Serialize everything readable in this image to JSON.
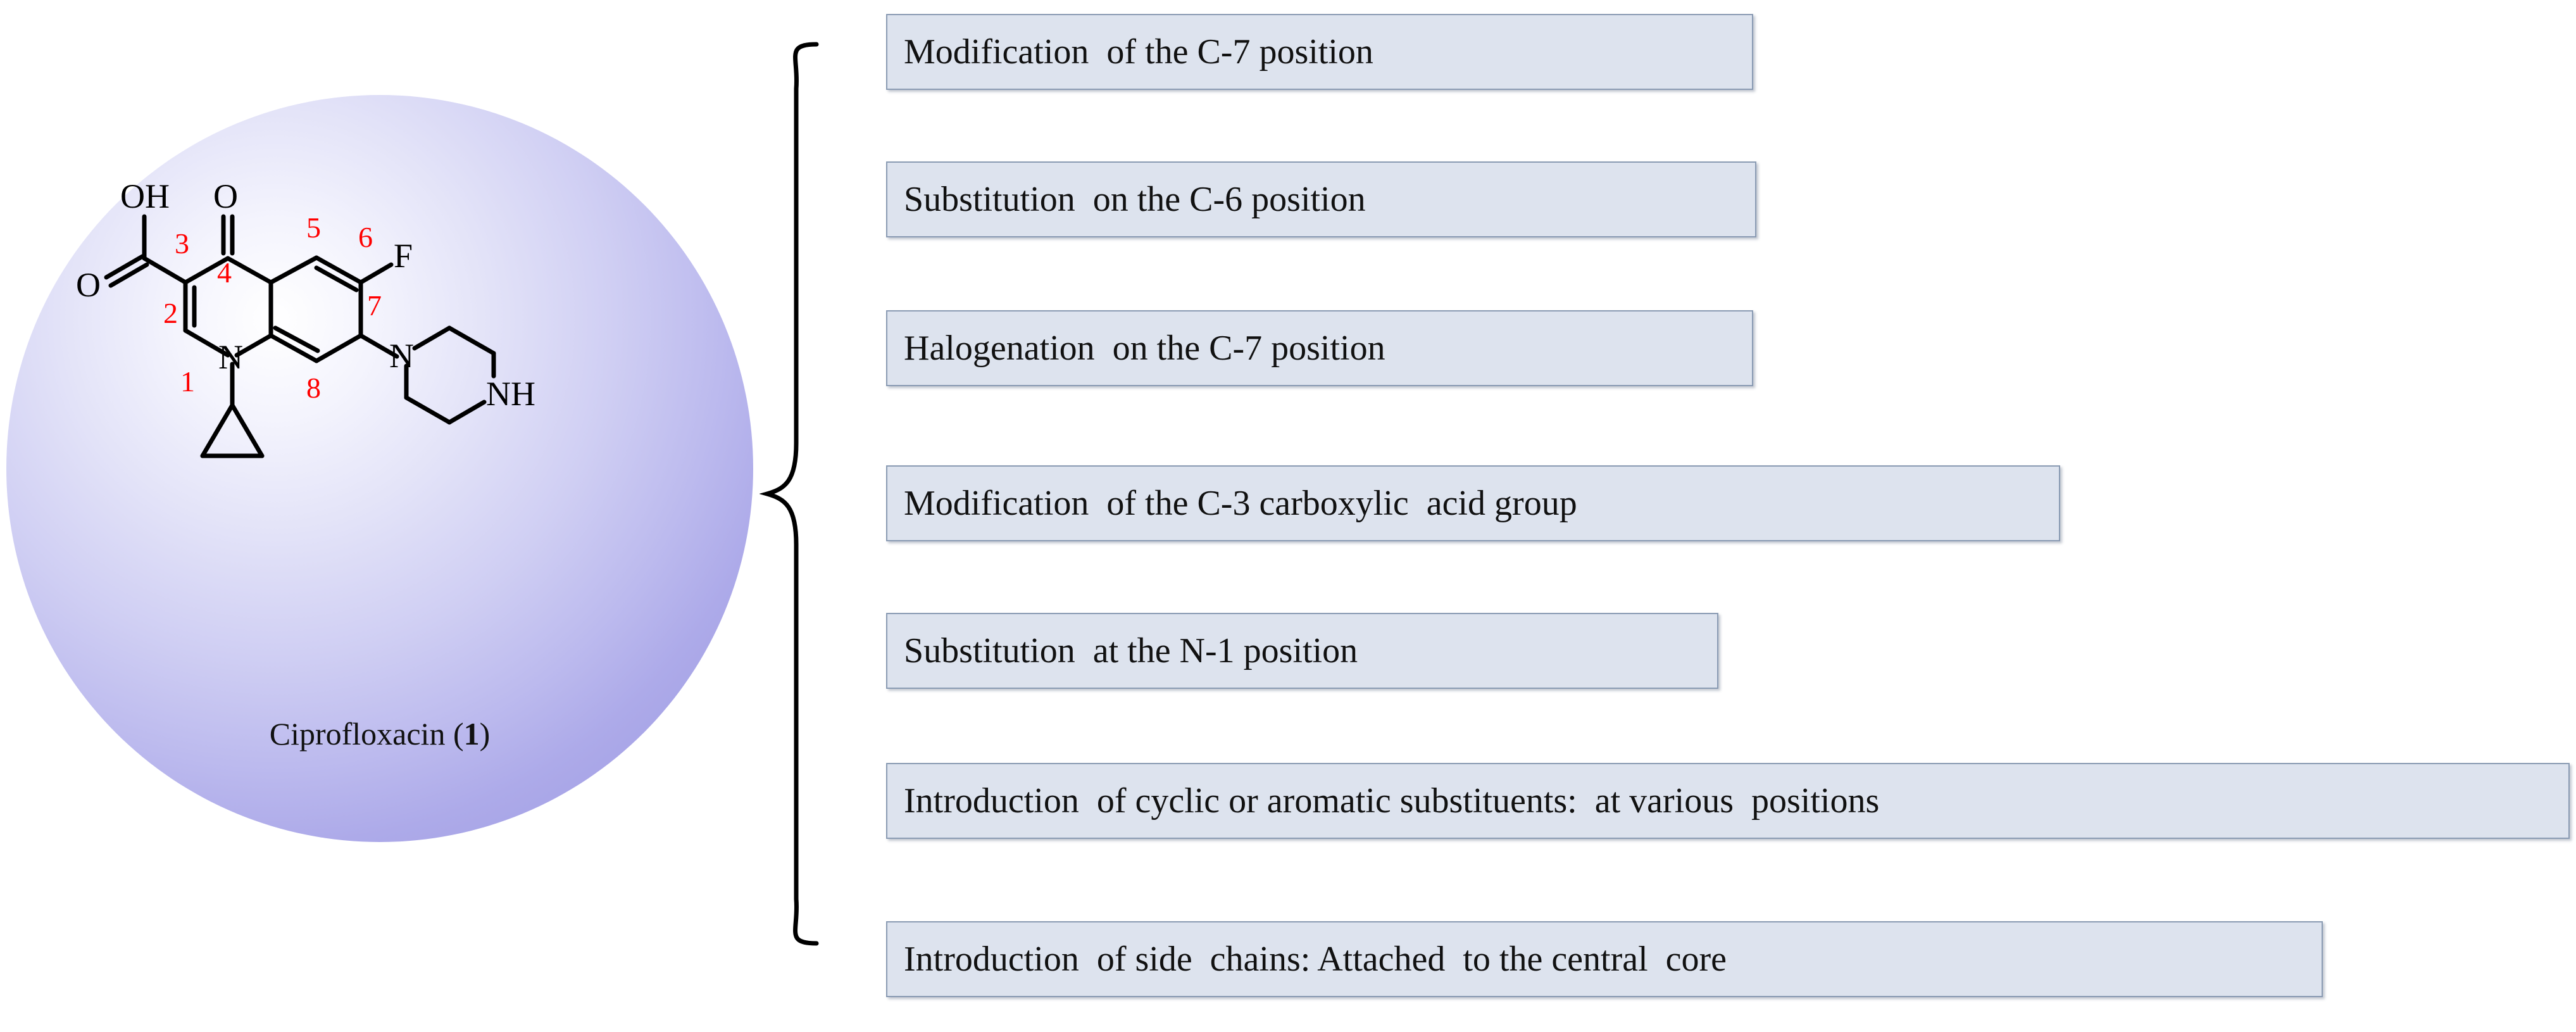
{
  "figure": {
    "molecule": {
      "caption_text": "Ciprofloxacin (",
      "caption_bold": "1",
      "caption_tail": ")",
      "ring_position_labels": [
        "1",
        "2",
        "3",
        "4",
        "5",
        "6",
        "7",
        "8"
      ],
      "atom_labels": {
        "carboxyl_oh": "OH",
        "carboxyl_o": "O",
        "ketone_o": "O",
        "fluorine": "F",
        "ring_nitrogen": "N",
        "piperazine_n": "N",
        "piperazine_nh": "NH"
      },
      "position_label_color": "#ff0000",
      "atom_label_color": "#000000",
      "sphere_color": "#b0aeea"
    },
    "boxes": [
      {
        "label": "Modification  of the C-7 position"
      },
      {
        "label": "Substitution  on the C-6 position"
      },
      {
        "label": "Halogenation  on the C-7 position"
      },
      {
        "label": "Modification  of the C-3 carboxylic  acid group"
      },
      {
        "label": "Substitution  at the N-1 position"
      },
      {
        "label": "Introduction  of cyclic or aromatic substituents:  at various  positions"
      },
      {
        "label": "Introduction  of side  chains: Attached  to the central  core"
      }
    ],
    "box_style": {
      "fill": "#dde3ee",
      "border": "#8a9bb3",
      "text": "#111111"
    }
  }
}
